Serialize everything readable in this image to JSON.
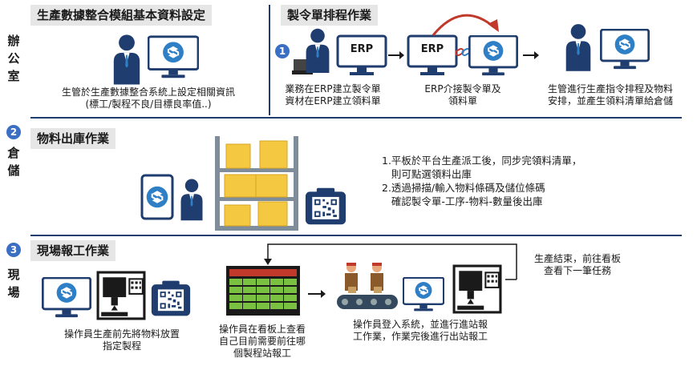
{
  "sections": {
    "office_label": "辦公室",
    "warehouse_label": "倉儲",
    "field_label": "現場"
  },
  "office": {
    "setup_title": "生產數據整合模組基本資料設定",
    "setup_desc_1": "生管於生產數據整合系統上設定相關資訊",
    "setup_desc_2": "(標工/製程不良/目標良率值..)",
    "sched_title": "製令單排程作業",
    "step_num": "1",
    "erp_label_1": "ERP",
    "erp_label_2": "ERP",
    "cap1_1": "業務在ERP建立製令單",
    "cap1_2": "資材在ERP建立領料單",
    "cap2_1": "ERP介接製令單及",
    "cap2_2": "領料單",
    "cap3_1": "生管進行生產指令排程及物料",
    "cap3_2": "安排，並產生領料清單給倉儲"
  },
  "warehouse": {
    "step_num": "2",
    "title": "物料出庫作業",
    "line1": "1.平板於平台生產派工後，同步完領料清單，",
    "line2": "   則可點選領料出庫",
    "line3": "2.透過掃描/輸入物料條碼及儲位條碼",
    "line4": "   確認製令單-工序-物料-數量後出庫"
  },
  "field": {
    "step_num": "3",
    "title": "現場報工作業",
    "cap1_1": "操作員生產前先將物料放置",
    "cap1_2": "指定製程",
    "cap2_1": "操作員在看板上查看",
    "cap2_2": "自己目前需要前往哪",
    "cap2_3": "個製程站報工",
    "cap3_1": "操作員登入系統，並進行進站報",
    "cap3_2": "工作業，作業完後進行出站報工",
    "end_1": "生產結束，前往看板",
    "end_2": "查看下一筆任務"
  },
  "colors": {
    "accent": "#2e7fc6",
    "navy": "#1f3d6e",
    "box": "#f5c842",
    "red": "#c0392b",
    "green": "#7ac142"
  }
}
